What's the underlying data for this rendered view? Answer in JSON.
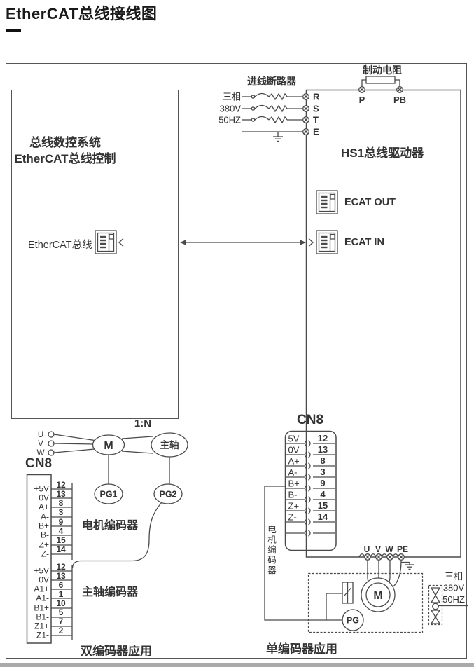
{
  "title": "EtherCAT总线接线图",
  "cnc": {
    "line1": "总线数控系统",
    "line2": "EtherCAT总线控制",
    "port_label": "EtherCAT总线"
  },
  "incoming": {
    "label": "进线断路器",
    "phases": [
      "三相",
      "380V",
      "50HZ"
    ]
  },
  "brake": {
    "label": "制动电阻",
    "p": "P",
    "pb": "PB"
  },
  "drive": {
    "title": "HS1总线驱动器",
    "ecat_out": "ECAT OUT",
    "ecat_in": "ECAT IN",
    "rste": [
      "R",
      "S",
      "T",
      "E"
    ],
    "uvwpe": [
      "U",
      "V",
      "W",
      "PE"
    ]
  },
  "right_cn8": {
    "title": "CN8",
    "encoder_label": "电机编码器",
    "rows": [
      {
        "label": "5V",
        "pin": "12"
      },
      {
        "label": "0V",
        "pin": "13"
      },
      {
        "label": "A+",
        "pin": "8"
      },
      {
        "label": "A-",
        "pin": "3"
      },
      {
        "label": "B+",
        "pin": "9"
      },
      {
        "label": "B-",
        "pin": "4"
      },
      {
        "label": "Z+",
        "pin": "15"
      },
      {
        "label": "Z-",
        "pin": "14"
      }
    ]
  },
  "single": {
    "motor": "M",
    "pg": "PG",
    "caption": "单编码器应用",
    "fan": [
      "三相",
      "380V",
      "50HZ"
    ]
  },
  "dual": {
    "ratio": "1:N",
    "uvw": [
      "U",
      "V",
      "W"
    ],
    "motor": "M",
    "spindle": "主轴",
    "pg1": "PG1",
    "pg2": "PG2",
    "cn8_title": "CN8",
    "motor_encoder_label": "电机编码器",
    "spindle_encoder_label": "主轴编码器",
    "caption": "双编码器应用",
    "group1": [
      {
        "label": "+5V",
        "pin": "12"
      },
      {
        "label": "0V",
        "pin": "13"
      },
      {
        "label": "A+",
        "pin": "8"
      },
      {
        "label": "A-",
        "pin": "3"
      },
      {
        "label": "B+",
        "pin": "9"
      },
      {
        "label": "B-",
        "pin": "4"
      },
      {
        "label": "Z+",
        "pin": "15"
      },
      {
        "label": "Z-",
        "pin": "14"
      }
    ],
    "group2": [
      {
        "label": "+5V",
        "pin": "12"
      },
      {
        "label": "0V",
        "pin": "13"
      },
      {
        "label": "A1+",
        "pin": "6"
      },
      {
        "label": "A1-",
        "pin": "1"
      },
      {
        "label": "B1+",
        "pin": "10"
      },
      {
        "label": "B1-",
        "pin": "5"
      },
      {
        "label": "Z1+",
        "pin": "7"
      },
      {
        "label": "Z1-",
        "pin": "2"
      }
    ]
  }
}
